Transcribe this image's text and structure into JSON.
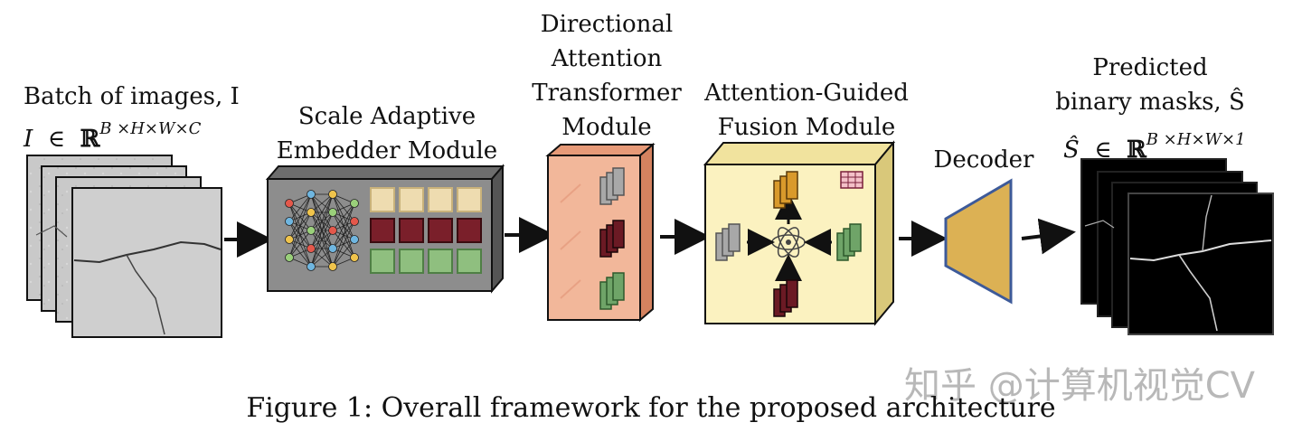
{
  "input": {
    "title": "Batch of images, I",
    "shape": "I ∈ ℝB ×H×W×C",
    "shape_parts": {
      "var": "I",
      "in": "∈",
      "field": "ℝ",
      "dims": "B ×H×W×C"
    }
  },
  "modules": {
    "embedder": {
      "line1": "Scale Adaptive",
      "line2": "Embedder Module"
    },
    "transformer": {
      "line1": "Directional",
      "line2": "Attention",
      "line3": "Transformer",
      "line4": "Module"
    },
    "fusion": {
      "line1": "Attention-Guided",
      "line2": "Fusion Module"
    },
    "decoder": {
      "label": "Decoder"
    }
  },
  "output": {
    "line1": "Predicted",
    "line2": "binary masks, Ŝ",
    "shape": "Ŝ ∈ ℝB ×H×W×1",
    "shape_parts": {
      "var": "Ŝ",
      "in": "∈",
      "field": "ℝ",
      "dims": "B ×H×W×1"
    }
  },
  "caption": "Figure 1: Overall framework for the proposed architecture",
  "watermark": "知乎 @计算机视觉CV",
  "colors": {
    "embedder_box": "#8d8d8d",
    "transformer_box": "#f2b79a",
    "fusion_box": "#fbf2c0",
    "decoder": "#dcb154",
    "decoder_border": "#3d5a99",
    "arrow": "#111111"
  },
  "icons": [
    "image-stack-icon",
    "neural-network-icon",
    "feature-map-icon",
    "atom-attention-icon",
    "grid-icon",
    "mask-stack-icon"
  ]
}
